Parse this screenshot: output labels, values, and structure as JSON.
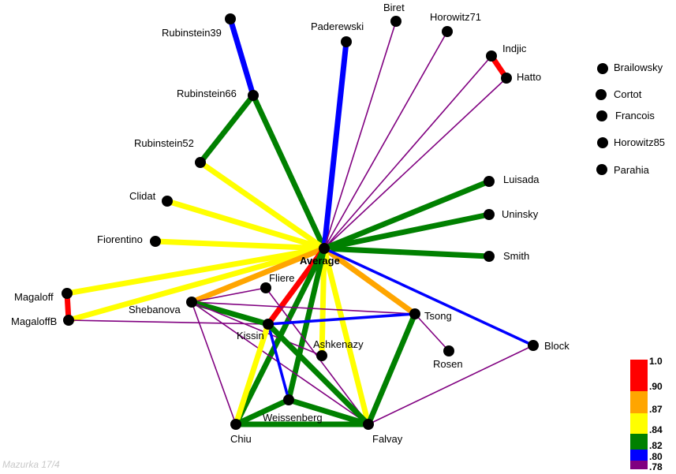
{
  "caption": "Mazurka 17/4",
  "colors": {
    "red": "#ff0000",
    "orange": "#ffa500",
    "yellow": "#ffff00",
    "green": "#008000",
    "blue": "#0000ff",
    "purple": "#800080",
    "node": "#000000"
  },
  "legend": {
    "labels": [
      "1.0",
      ".90",
      ".87",
      ".84",
      ".82",
      ".80",
      ".78"
    ]
  },
  "nodes": {
    "Average": "Average",
    "Rubinstein39": "Rubinstein39",
    "Paderewski": "Paderewski",
    "Biret": "Biret",
    "Horowitz71": "Horowitz71",
    "Indjic": "Indjic",
    "Hatto": "Hatto",
    "Brailowsky": "Brailowsky",
    "Cortot": "Cortot",
    "Francois": "Francois",
    "Horowitz85": "Horowitz85",
    "Parahia": "Parahia",
    "Rubinstein66": "Rubinstein66",
    "Rubinstein52": "Rubinstein52",
    "Clidat": "Clidat",
    "Fiorentino": "Fiorentino",
    "Luisada": "Luisada",
    "Uninsky": "Uninsky",
    "Smith": "Smith",
    "Magaloff": "Magaloff",
    "MagaloffB": "MagaloffB",
    "Fliere": "Fliere",
    "Shebanova": "Shebanova",
    "Kissin": "Kissin",
    "Tsong": "Tsong",
    "Ashkenazy": "Ashkenazy",
    "Rosen": "Rosen",
    "Block": "Block",
    "Weissenberg": "Weissenberg",
    "Chiu": "Chiu",
    "Falvay": "Falvay"
  },
  "edges": [
    {
      "from": "Rubinstein39",
      "to": "Rubinstein66",
      "color": "blue",
      "weight": "thick"
    },
    {
      "from": "Rubinstein66",
      "to": "Rubinstein52",
      "color": "green",
      "weight": "thick"
    },
    {
      "from": "Rubinstein66",
      "to": "Average",
      "color": "green",
      "weight": "thick"
    },
    {
      "from": "Paderewski",
      "to": "Average",
      "color": "blue",
      "weight": "thick"
    },
    {
      "from": "Biret",
      "to": "Average",
      "color": "purple",
      "weight": "thin"
    },
    {
      "from": "Horowitz71",
      "to": "Average",
      "color": "purple",
      "weight": "thin"
    },
    {
      "from": "Indjic",
      "to": "Average",
      "color": "purple",
      "weight": "thin"
    },
    {
      "from": "Hatto",
      "to": "Average",
      "color": "purple",
      "weight": "thin"
    },
    {
      "from": "Indjic",
      "to": "Hatto",
      "color": "red",
      "weight": "thick"
    },
    {
      "from": "Rubinstein52",
      "to": "Average",
      "color": "yellow",
      "weight": "thick"
    },
    {
      "from": "Clidat",
      "to": "Average",
      "color": "yellow",
      "weight": "thick"
    },
    {
      "from": "Fiorentino",
      "to": "Average",
      "color": "yellow",
      "weight": "thick"
    },
    {
      "from": "Magaloff",
      "to": "Average",
      "color": "yellow",
      "weight": "thick"
    },
    {
      "from": "MagaloffB",
      "to": "Average",
      "color": "yellow",
      "weight": "thick"
    },
    {
      "from": "Magaloff",
      "to": "MagaloffB",
      "color": "red",
      "weight": "thick"
    },
    {
      "from": "Luisada",
      "to": "Average",
      "color": "green",
      "weight": "thick"
    },
    {
      "from": "Uninsky",
      "to": "Average",
      "color": "green",
      "weight": "thick"
    },
    {
      "from": "Smith",
      "to": "Average",
      "color": "green",
      "weight": "thick"
    },
    {
      "from": "Shebanova",
      "to": "Average",
      "color": "orange",
      "weight": "thick"
    },
    {
      "from": "Kissin",
      "to": "Average",
      "color": "red",
      "weight": "thick"
    },
    {
      "from": "Tsong",
      "to": "Average",
      "color": "orange",
      "weight": "thick"
    },
    {
      "from": "Block",
      "to": "Average",
      "color": "blue",
      "weight": "medium"
    },
    {
      "from": "Ashkenazy",
      "to": "Average",
      "color": "yellow",
      "weight": "thick"
    },
    {
      "from": "Falvay",
      "to": "Average",
      "color": "yellow",
      "weight": "thick"
    },
    {
      "from": "Chiu",
      "to": "Average",
      "color": "green",
      "weight": "thick"
    },
    {
      "from": "Weissenberg",
      "to": "Average",
      "color": "green",
      "weight": "thick"
    },
    {
      "from": "MagaloffB",
      "to": "Kissin",
      "color": "purple",
      "weight": "thin"
    },
    {
      "from": "Shebanova",
      "to": "Fliere",
      "color": "purple",
      "weight": "thin"
    },
    {
      "from": "Shebanova",
      "to": "Tsong",
      "color": "purple",
      "weight": "thin"
    },
    {
      "from": "Shebanova",
      "to": "Kissin",
      "color": "green",
      "weight": "thick"
    },
    {
      "from": "Shebanova",
      "to": "Chiu",
      "color": "purple",
      "weight": "thin"
    },
    {
      "from": "Shebanova",
      "to": "Falvay",
      "color": "purple",
      "weight": "thin"
    },
    {
      "from": "Shebanova",
      "to": "Ashkenazy",
      "color": "purple",
      "weight": "thin"
    },
    {
      "from": "Fliere",
      "to": "Falvay",
      "color": "purple",
      "weight": "thin"
    },
    {
      "from": "Kissin",
      "to": "Tsong",
      "color": "blue",
      "weight": "medium"
    },
    {
      "from": "Kissin",
      "to": "Weissenberg",
      "color": "blue",
      "weight": "medium"
    },
    {
      "from": "Kissin",
      "to": "Chiu",
      "color": "yellow",
      "weight": "thick"
    },
    {
      "from": "Kissin",
      "to": "Falvay",
      "color": "green",
      "weight": "thick"
    },
    {
      "from": "Tsong",
      "to": "Rosen",
      "color": "purple",
      "weight": "thin"
    },
    {
      "from": "Tsong",
      "to": "Falvay",
      "color": "green",
      "weight": "thick"
    },
    {
      "from": "Block",
      "to": "Falvay",
      "color": "purple",
      "weight": "thin"
    },
    {
      "from": "Weissenberg",
      "to": "Chiu",
      "color": "green",
      "weight": "thick"
    },
    {
      "from": "Weissenberg",
      "to": "Falvay",
      "color": "green",
      "weight": "thick"
    },
    {
      "from": "Chiu",
      "to": "Falvay",
      "color": "green",
      "weight": "thick"
    }
  ]
}
